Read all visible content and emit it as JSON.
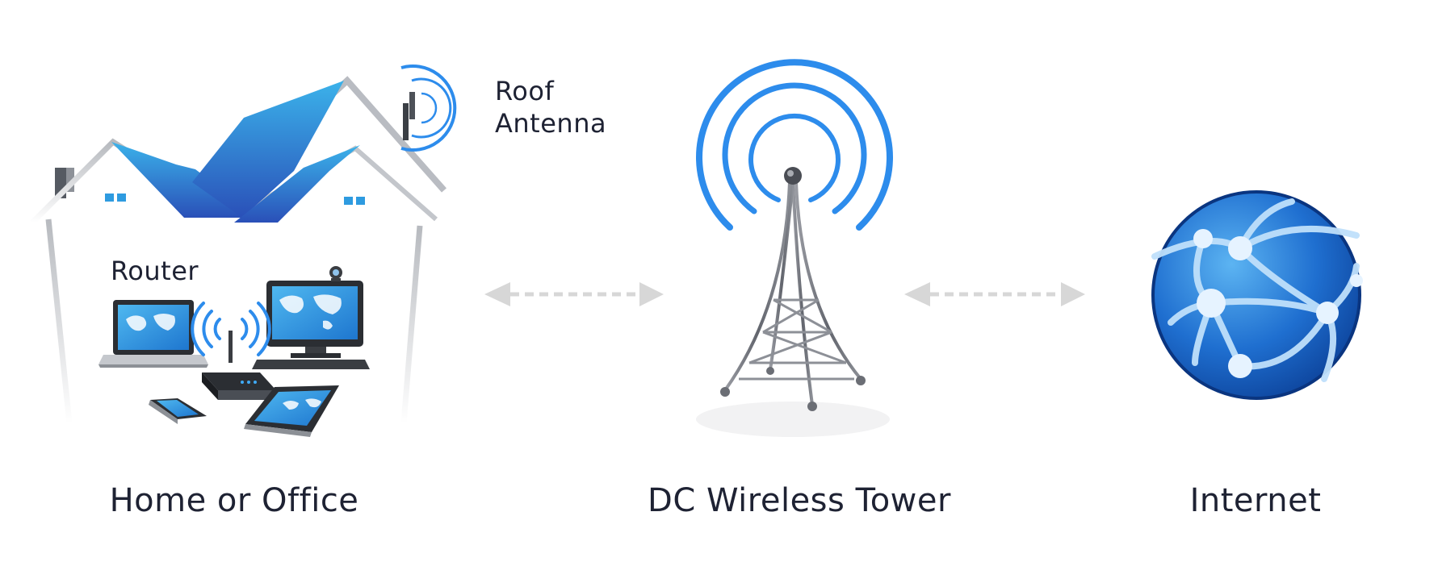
{
  "labels": {
    "roof_antenna_line1": "Roof",
    "roof_antenna_line2": "Antenna",
    "router": "Router",
    "home_or_office": "Home or Office",
    "tower": "DC Wireless Tower",
    "internet": "Internet"
  },
  "icons": [
    "house-icon",
    "roof-antenna-icon",
    "laptop-icon",
    "desktop-monitor-icon",
    "webcam-icon",
    "router-icon",
    "wifi-waves-icon",
    "smartphone-icon",
    "tablet-icon",
    "bidirectional-arrow-icon",
    "radio-tower-icon",
    "signal-waves-icon",
    "globe-network-icon"
  ],
  "colors": {
    "roof_blue": "#2e9be0",
    "signal_blue": "#2d8cec",
    "house_outline": "#b9bcc2",
    "arrow_gray": "#d7d7d7",
    "tower_gray": "#7d8088",
    "globe_blue": "#1a63c5",
    "text": "#1e2233"
  }
}
